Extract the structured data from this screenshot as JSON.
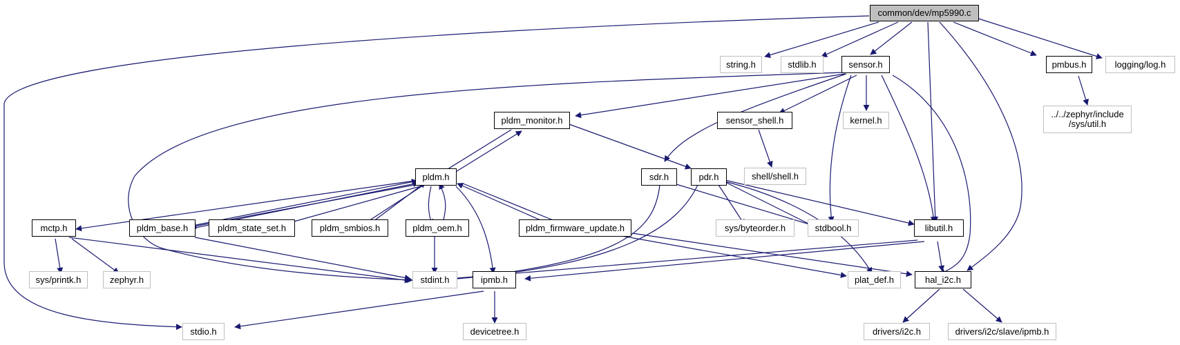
{
  "colors": {
    "edge": "#191970",
    "doc_border": "#000000",
    "ext_border": "#bfbfbf",
    "root_fill": "#bfbfbf"
  },
  "nodes": {
    "root": "common/dev/mp5990.c",
    "string_h": "string.h",
    "stdlib_h": "stdlib.h",
    "sensor_h": "sensor.h",
    "pmbus_h": "pmbus.h",
    "logging_log_h": "logging/log.h",
    "zephyr_util_h": "../../zephyr/include\n/sys/util.h",
    "pldm_monitor_h": "pldm_monitor.h",
    "sensor_shell_h": "sensor_shell.h",
    "kernel_h": "kernel.h",
    "shell_shell_h": "shell/shell.h",
    "pldm_h": "pldm.h",
    "sdr_h": "sdr.h",
    "pdr_h": "pdr.h",
    "mctp_h": "mctp.h",
    "pldm_base_h": "pldm_base.h",
    "pldm_state_set_h": "pldm_state_set.h",
    "pldm_smbios_h": "pldm_smbios.h",
    "pldm_oem_h": "pldm_oem.h",
    "pldm_firmware_update_h": "pldm_firmware_update.h",
    "sys_byteorder_h": "sys/byteorder.h",
    "stdbool_h": "stdbool.h",
    "libutil_h": "libutil.h",
    "sys_printk_h": "sys/printk.h",
    "zephyr_h": "zephyr.h",
    "stdint_h": "stdint.h",
    "ipmb_h": "ipmb.h",
    "plat_def_h": "plat_def.h",
    "hal_i2c_h": "hal_i2c.h",
    "stdio_h": "stdio.h",
    "devicetree_h": "devicetree.h",
    "drivers_i2c_h": "drivers/i2c.h",
    "drivers_i2c_slave_ipmb_h": "drivers/i2c/slave/ipmb.h"
  }
}
